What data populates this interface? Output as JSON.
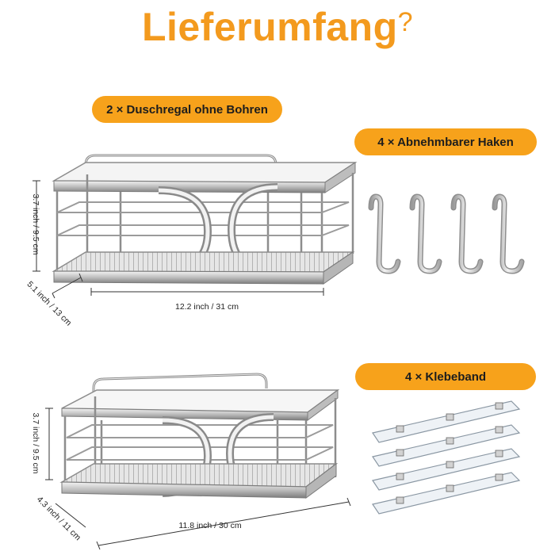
{
  "title": "Lieferumfang",
  "title_mark": "?",
  "labels": {
    "shelf": "2 × Duschregal ohne Bohren",
    "hooks": "4 × Abnehmbarer Haken",
    "tape": "4 × Klebeband"
  },
  "dimensions": {
    "top_height": "3.7 inch / 9.5 cm",
    "top_depth": "5.1 inch / 13 cm",
    "top_width": "12.2 inch / 31 cm",
    "bottom_height": "3.7 inch / 9.5 cm",
    "bottom_depth": "4.3 inch / 11 cm",
    "bottom_width": "11.8 inch / 30 cm"
  },
  "colors": {
    "accent": "#f7a21b",
    "title": "#f39a1e",
    "metal": "#8a8a8a"
  }
}
